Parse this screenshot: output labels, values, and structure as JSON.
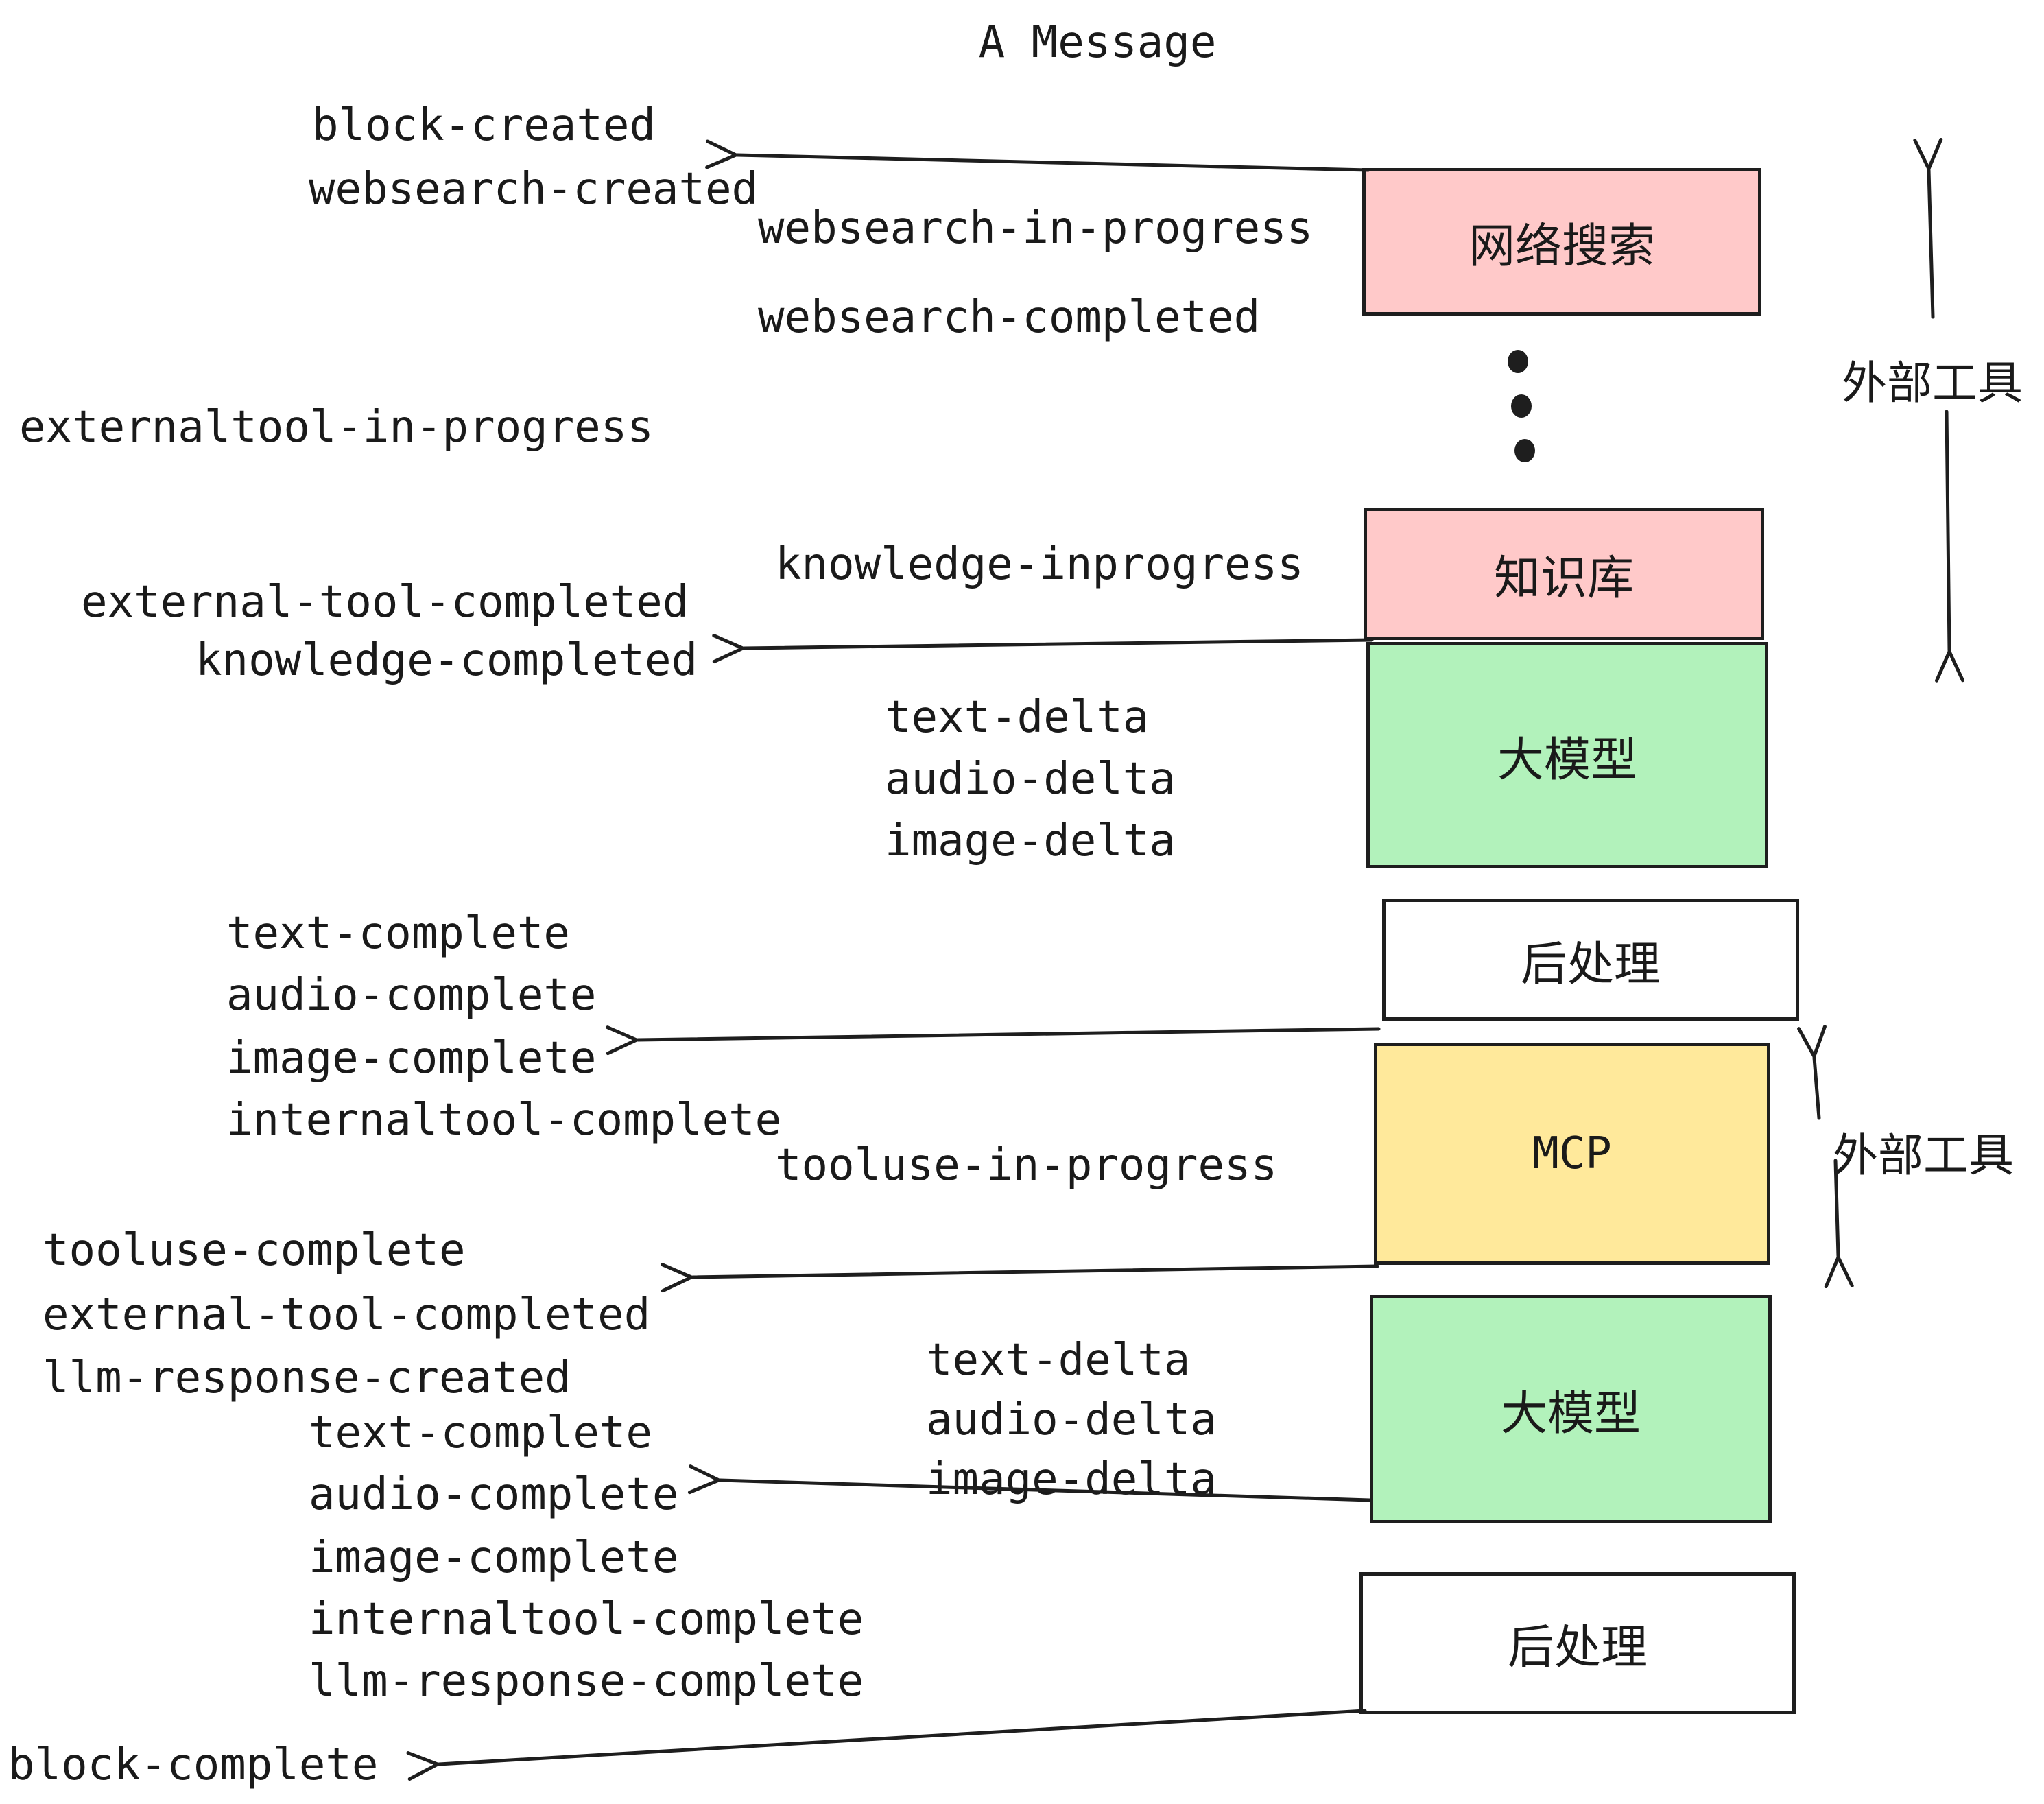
{
  "title": "A Message",
  "colors": {
    "ink": "#1e1e1e",
    "pink": "#ffc9c9",
    "green": "#b2f2bb",
    "yellow": "#ffe99b",
    "white": "#ffffff"
  },
  "boxes": [
    {
      "id": "web-search",
      "label": "网络搜索",
      "fill": "#ffc9c9"
    },
    {
      "id": "knowledge-base",
      "label": "知识库",
      "fill": "#ffc9c9"
    },
    {
      "id": "llm-1",
      "label": "大模型",
      "fill": "#b2f2bb"
    },
    {
      "id": "post-process-1",
      "label": "后处理",
      "fill": "#ffffff"
    },
    {
      "id": "mcp",
      "label": "MCP",
      "fill": "#ffe99b"
    },
    {
      "id": "llm-2",
      "label": "大模型",
      "fill": "#b2f2bb"
    },
    {
      "id": "post-process-2",
      "label": "后处理",
      "fill": "#ffffff"
    }
  ],
  "side_labels": [
    {
      "id": "external-tools-top",
      "text": "外部工具"
    },
    {
      "id": "external-tools-mcp",
      "text": "外部工具"
    }
  ],
  "events": [
    {
      "text": "block-created"
    },
    {
      "text": "websearch-created"
    },
    {
      "text": "websearch-in-progress"
    },
    {
      "text": "websearch-completed"
    },
    {
      "text": "externaltool-in-progress"
    },
    {
      "text": "knowledge-inprogress"
    },
    {
      "text": "external-tool-completed"
    },
    {
      "text": "knowledge-completed"
    },
    {
      "text": "text-delta"
    },
    {
      "text": "audio-delta"
    },
    {
      "text": "image-delta"
    },
    {
      "text": "text-complete"
    },
    {
      "text": "audio-complete"
    },
    {
      "text": "image-complete"
    },
    {
      "text": "internaltool-complete"
    },
    {
      "text": "tooluse-in-progress"
    },
    {
      "text": "tooluse-complete"
    },
    {
      "text": "external-tool-completed"
    },
    {
      "text": "llm-response-created"
    },
    {
      "text": "text-delta"
    },
    {
      "text": "audio-delta"
    },
    {
      "text": "image-delta"
    },
    {
      "text": "text-complete"
    },
    {
      "text": "audio-complete"
    },
    {
      "text": "image-complete"
    },
    {
      "text": "internaltool-complete"
    },
    {
      "text": "llm-response-complete"
    },
    {
      "text": "block-complete"
    }
  ],
  "dots_count": 3
}
